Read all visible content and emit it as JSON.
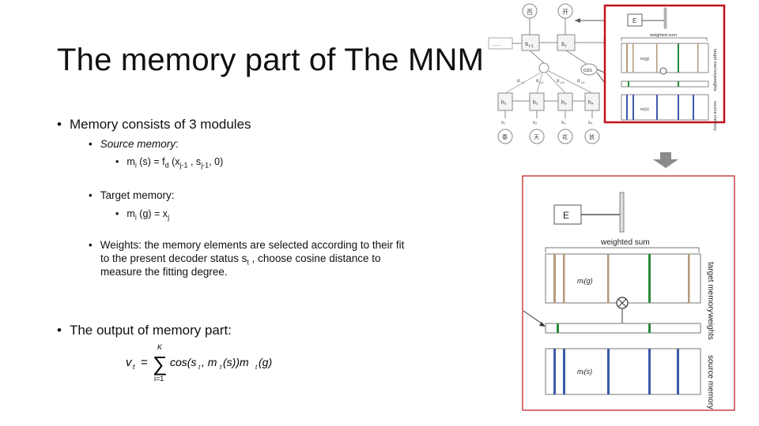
{
  "title": "The memory part of The MNM",
  "bullets": {
    "memory": "Memory  consists of 3 modules",
    "source_label": "Source memory",
    "source_colon": ":",
    "source_formula": {
      "m": "m",
      "i": "i",
      "lhs": " (s) = f",
      "d": "d",
      "a": " (x",
      "j1": "j-1",
      "b": " , s",
      "j1b": "j-1",
      "c": ", 0)"
    },
    "target": "Target memory:",
    "target_formula": {
      "m": "m",
      "i": "i",
      "lhs": " (g) = x",
      "j": "j"
    },
    "weights_a": "Weights: the memory elements are selected according to their fit",
    "weights_b": "to the present decoder status s",
    "weights_t": "t",
    "weights_c": " , choose cosine distance to",
    "weights_d": "measure the fitting degree.",
    "output": "The output of memory part:"
  },
  "equation": {
    "lhs": "v",
    "t": "t",
    "eq": "=",
    "sum_top": "K",
    "sum_bottom": "i=1",
    "body": "cos(s",
    "body2": ", m",
    "body3": "(s))m",
    "body4": "(g)"
  },
  "small_figure": {
    "top_nodes": [
      "否",
      "开"
    ],
    "states": [
      "s",
      "s"
    ],
    "state_subs": [
      "t-1",
      "t"
    ],
    "alphas": [
      "α",
      "α",
      "α",
      "α"
    ],
    "alpha_subs": [
      "t,1",
      "t,2",
      "t,3",
      "t,4"
    ],
    "hidden": [
      "h₁",
      "h₂",
      "h₃",
      "h₄"
    ],
    "inputs": [
      "x₁",
      "x₂",
      "x₃",
      "x₄"
    ],
    "words": [
      "春",
      "天",
      "花",
      "放"
    ],
    "cos": "cos",
    "dots": "......",
    "e_box": "E",
    "weighted_sum": "weighted sum",
    "target_label": "target memory",
    "weights_label": "weights",
    "source_label": "source memory",
    "mg": "mᵢ(g)",
    "ms": "mᵢ(s)"
  },
  "large_figure": {
    "e_box": "E",
    "weighted_sum": "weighted sum",
    "target_label": "target memory",
    "weights_label": "weights",
    "source_label": "source memory",
    "mg": "mᵢ(g)",
    "ms": "mᵢ(s)"
  },
  "colors": {
    "red_border": "#c0141c",
    "arrow_gray": "#8a8a8a",
    "green": "#2a8a3a",
    "blue": "#3a5aa8",
    "tan": "#b49a7a"
  }
}
